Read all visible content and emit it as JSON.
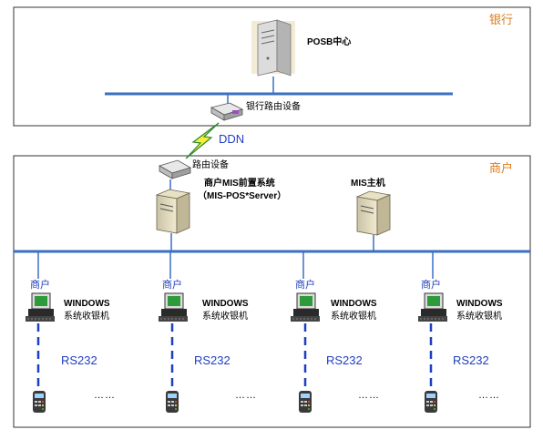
{
  "bank": {
    "zone_label": "银行",
    "server_label": "POSB中心",
    "router_label": "银行路由设备"
  },
  "link": {
    "label": "DDN"
  },
  "merchant": {
    "zone_label": "商户",
    "router_label": "路由设备",
    "front_server_line1": "商户MIS前置系统",
    "front_server_line2": "（MIS-POS*Server）",
    "mis_host_label": "MIS主机"
  },
  "terminals": [
    {
      "tag": "商户",
      "os": "WINDOWS",
      "desc": "系统收银机",
      "link": "RS232",
      "more": "……"
    },
    {
      "tag": "商户",
      "os": "WINDOWS",
      "desc": "系统收银机",
      "link": "RS232",
      "more": "……"
    },
    {
      "tag": "商户",
      "os": "WINDOWS",
      "desc": "系统收银机",
      "link": "RS232",
      "more": "……"
    },
    {
      "tag": "商户",
      "os": "WINDOWS",
      "desc": "系统收银机",
      "link": "RS232",
      "more": "……"
    }
  ],
  "colors": {
    "bus": "#3a6fc4",
    "zone_text": "#e07b1a",
    "link_text": "#1f3fbf",
    "screen": "#2e9b3a"
  }
}
